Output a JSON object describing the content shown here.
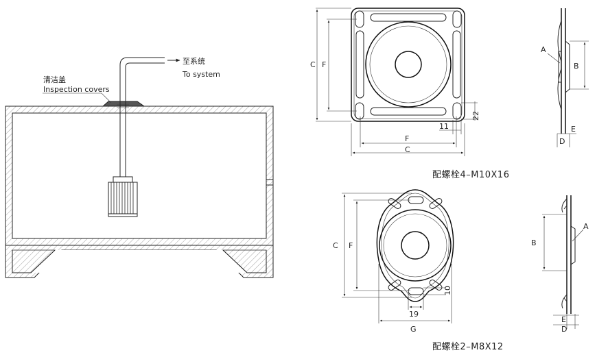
{
  "tank_view": {
    "cover_label_cn": "清洁盖",
    "cover_label_en": "Inspection covers",
    "to_system_cn": "至系统",
    "to_system_en": "To system"
  },
  "square_flange": {
    "dims": {
      "C_vert": "C",
      "F_vert": "F",
      "F_horiz": "F",
      "C_horiz": "C",
      "w11": "11",
      "h22": "22"
    },
    "side_labels": {
      "A": "A",
      "B": "B",
      "D": "D",
      "E": "E"
    },
    "caption": "配螺栓4–M10X16"
  },
  "oval_flange": {
    "dims": {
      "C_vert": "C",
      "F_vert": "F",
      "w19": "19",
      "w10": "10",
      "G": "G"
    },
    "side_labels": {
      "A": "A",
      "B": "B",
      "D": "D",
      "E": "E"
    },
    "caption": "配螺栓2–M8X12"
  }
}
